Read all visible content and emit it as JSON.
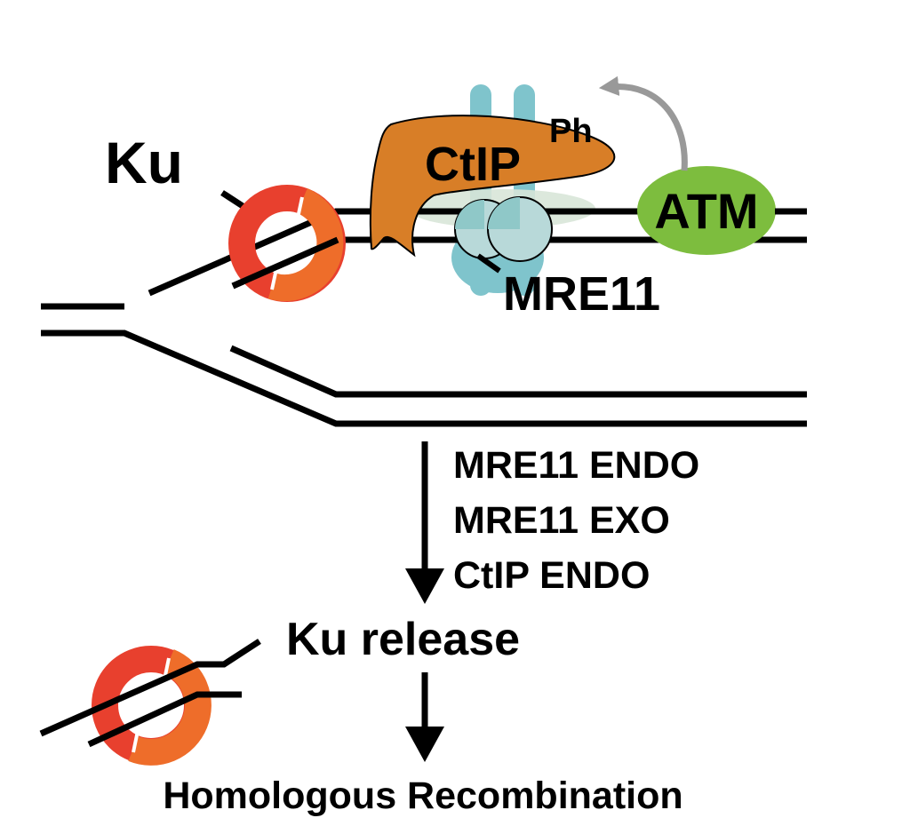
{
  "labels": {
    "ku": "Ku",
    "ctip": "CtIP",
    "ph": "Ph",
    "atm": "ATM",
    "mre11": "MRE11"
  },
  "steps": {
    "step1": "MRE11 ENDO",
    "step2": "MRE11 EXO",
    "step3": "CtIP ENDO",
    "ku_release": "Ku release",
    "outcome": "Homologous Recombination"
  },
  "colors": {
    "dna": "#000000",
    "ku_red": "#e8402e",
    "ku_orange": "#ee6d2a",
    "ctip": "#d87e27",
    "atm": "#7dbd3e",
    "mre11": "#b8d9d9",
    "rad50": "#7fc4cc",
    "nbs1": "#d8e6d8",
    "phospho_arrow": "#999999"
  },
  "icons": {
    "ku_ring": "ku-ring-icon",
    "mre11_dimer": "mre11-dimer-icon",
    "process_arrow": "down-arrow-icon"
  }
}
